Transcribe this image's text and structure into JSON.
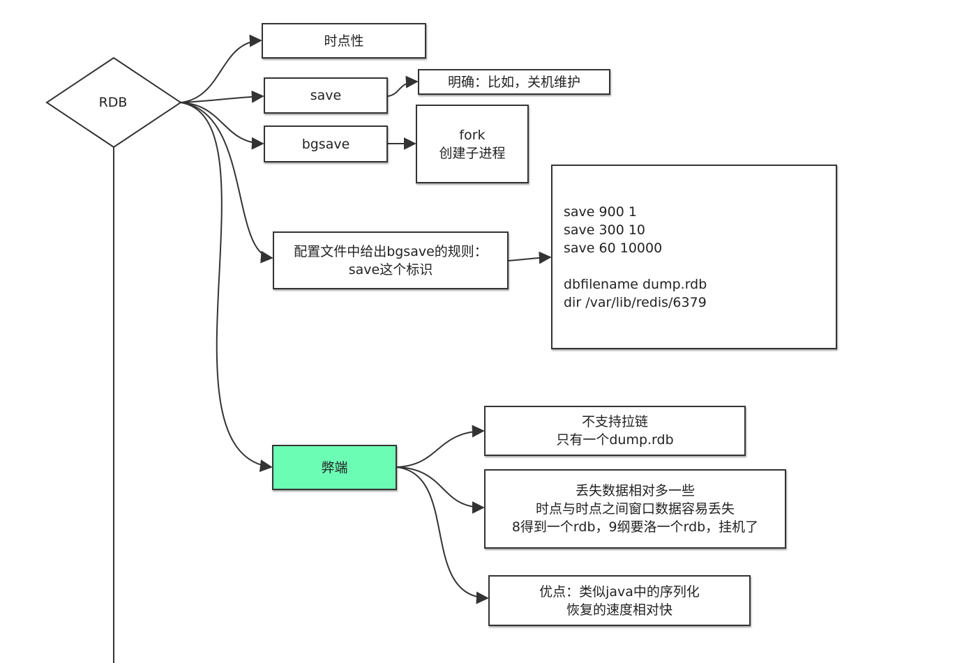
{
  "diagram": {
    "root": {
      "label": "RDB"
    },
    "nodes": {
      "timepoint": "时点性",
      "save": "save",
      "save_note": "明确：比如，关机维护",
      "bgsave": "bgsave",
      "fork": "fork\n创建子进程",
      "config_rule": "配置文件中给出bgsave的规则：\nsave这个标识",
      "config_content": "save 900 1\nsave 300 10\nsave 60 10000\n\ndbfilename dump.rdb\ndir /var/lib/redis/6379",
      "drawbacks": "弊端",
      "no_chain": "不支持拉链\n只有一个dump.rdb",
      "data_loss": "丢失数据相对多一些\n时点与时点之间窗口数据容易丢失\n8得到一个rdb，9纲要洛一个rdb，挂机了",
      "advantages": "优点：类似java中的序列化\n恢复的速度相对快"
    },
    "colors": {
      "stroke": "#333333",
      "highlight": "#6cfdb5"
    }
  }
}
